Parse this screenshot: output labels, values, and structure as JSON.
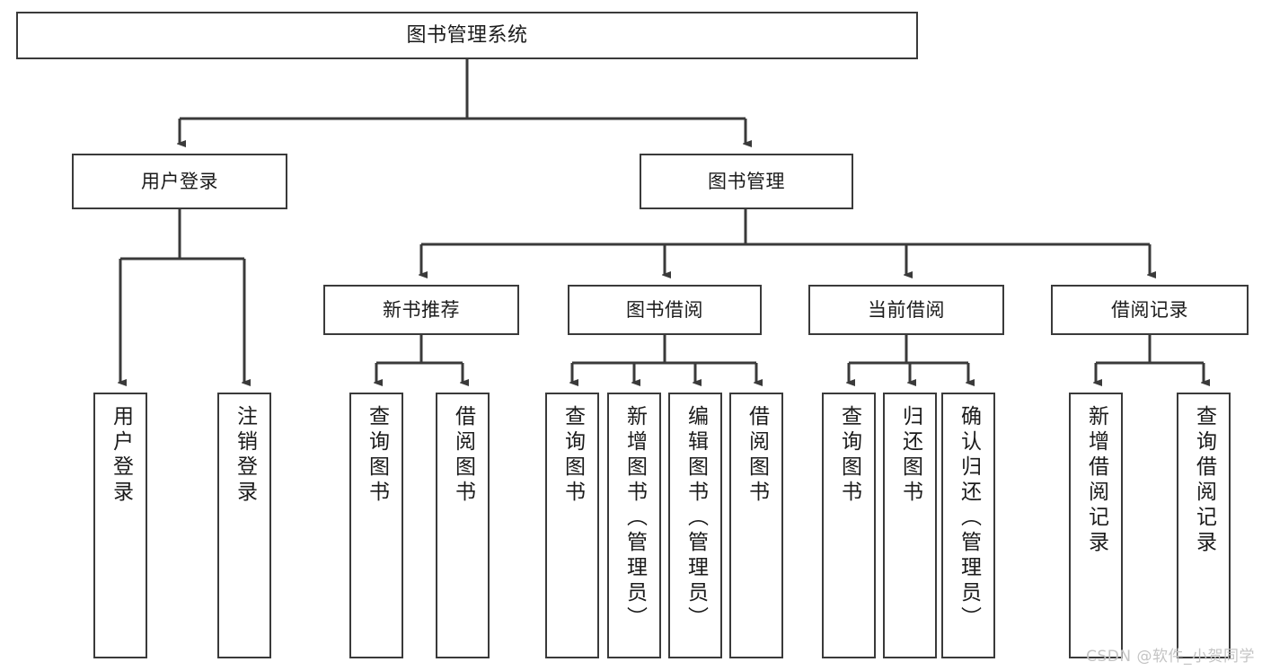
{
  "diagram": {
    "type": "tree-hierarchy",
    "title": "图书管理系统",
    "colors": {
      "background": "#ffffff",
      "box_border": "#3a3a3a",
      "box_fill": "#ffffff",
      "connector": "#3a3a3a",
      "text": "#1b1b1b",
      "watermark": "#c4c4c4"
    },
    "root": {
      "label": "图书管理系统"
    },
    "level2": [
      {
        "label": "用户登录"
      },
      {
        "label": "图书管理"
      }
    ],
    "level3": [
      {
        "label": "新书推荐"
      },
      {
        "label": "图书借阅"
      },
      {
        "label": "当前借阅"
      },
      {
        "label": "借阅记录"
      }
    ],
    "leaves": {
      "user_login": [
        {
          "label": "用户登录"
        },
        {
          "label": "注销登录"
        }
      ],
      "new_book_rec": [
        {
          "label": "查询图书"
        },
        {
          "label": "借阅图书"
        }
      ],
      "book_borrow": [
        {
          "label": "查询图书"
        },
        {
          "label": "新增图书（管理员）"
        },
        {
          "label": "编辑图书（管理员）"
        },
        {
          "label": "借阅图书"
        }
      ],
      "current_borrow": [
        {
          "label": "查询图书"
        },
        {
          "label": "归还图书"
        },
        {
          "label": "确认归还（管理员）"
        }
      ],
      "borrow_record": [
        {
          "label": "新增借阅记录"
        },
        {
          "label": "查询借阅记录"
        }
      ]
    }
  },
  "watermark": {
    "text": "CSDN @软件_小贺同学"
  }
}
